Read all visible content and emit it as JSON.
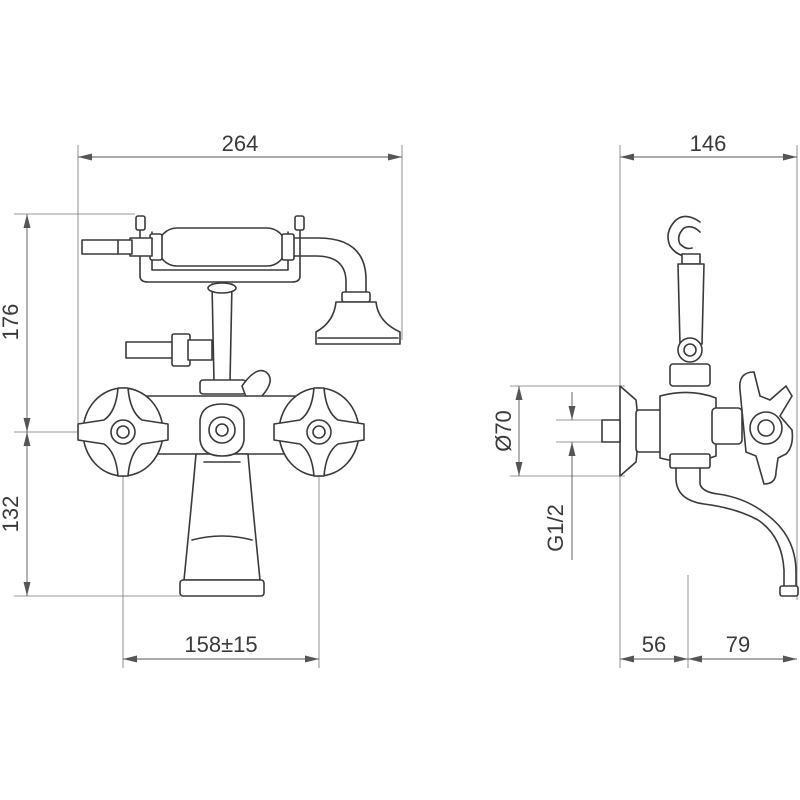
{
  "front_view": {
    "dim_total_width": "264",
    "dim_upper_height": "176",
    "dim_lower_height": "132",
    "dim_inlet_spacing": "158±15"
  },
  "side_view": {
    "dim_total_depth": "146",
    "dim_flange_diameter": "Ø70",
    "dim_thread": "G1/2",
    "dim_wall_to_axis": "56",
    "dim_axis_to_spout": "79"
  },
  "colors": {
    "line": "#3a3a3a",
    "dimension": "#555555",
    "background": "#ffffff"
  }
}
